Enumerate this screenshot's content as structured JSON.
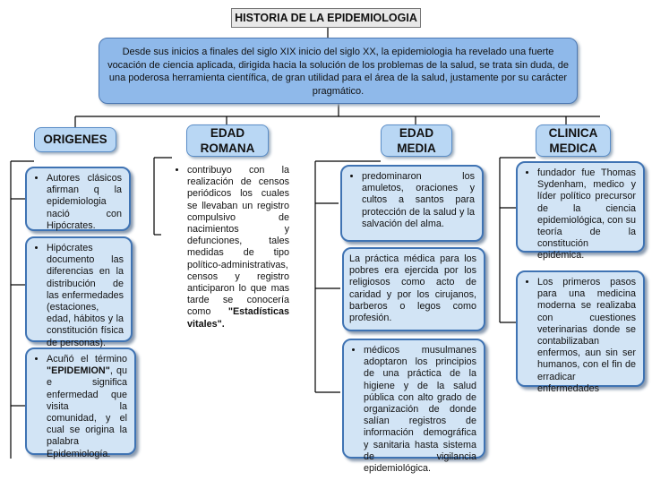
{
  "title": "HISTORIA DE LA EPIDEMIOLOGIA",
  "intro": "Desde sus inicios a finales del siglo XIX inicio del siglo XX, la epidemiologia ha revelado una fuerte vocación de ciencia aplicada, dirigida hacia la solución de los problemas de la salud, se trata sin duda, de una poderosa herramienta científica, de gran utilidad para el área de la salud, justamente por su carácter pragmático.",
  "columns": {
    "origenes": {
      "heading": "ORIGENES",
      "card1": "Autores clásicos afirman q la epidemiologia nació con Hipócrates.",
      "card2": "Hipócrates documento las diferencias en la distribución de las enfermedades (estaciones, edad, hábitos y la constitución física de personas).",
      "card3_pre": "Acuñó el término ",
      "card3_bold": "\"EPIDEMION\"",
      "card3_post": ", qu e significa enfermedad que visita la comunidad, y el cual se origina la palabra Epidemiología."
    },
    "romana": {
      "heading_l1": "EDAD",
      "heading_l2": "ROMANA",
      "card1": "contribuyo con la realización de censos periódicos los cuales se llevaban un registro compulsivo de nacimientos y defunciones, tales medidas de tipo político-administrativas, censos y registro anticiparon lo que mas tarde se conocería como",
      "card1_bold": "\"Estadísticas vitales\"."
    },
    "media": {
      "heading_l1": "EDAD",
      "heading_l2": "MEDIA",
      "card1": "predominaron los amuletos, oraciones y cultos a santos para protección de la salud y la salvación del alma.",
      "card2": "La práctica médica para los pobres era ejercida por los religiosos como acto de caridad y por los cirujanos, barberos o legos como profesión.",
      "card3": "médicos musulmanes adoptaron los principios de una práctica de la higiene y de la salud pública con alto grado de organización de donde salían registros de información demográfica y sanitaria hasta sistema de vigilancia epidemiológica."
    },
    "clinica": {
      "heading_l1": "CLINICA",
      "heading_l2": "MEDICA",
      "card1": "fundador fue Thomas Sydenham, medico y líder político precursor de la ciencia epidemiológica, con su teoría de la constitución epidémica.",
      "card2": "Los primeros pasos para una medicina moderna se realizaba con cuestiones veterinarias donde se contabilizaban enfermos, aun sin ser humanos, con el fin de erradicar enfermedades"
    }
  },
  "colors": {
    "intro_fill": "#8fb9ea",
    "card_fill": "#d2e4f5",
    "heading_fill": "#b9d7f4",
    "border": "#3f73b3",
    "connector": "#000000"
  }
}
